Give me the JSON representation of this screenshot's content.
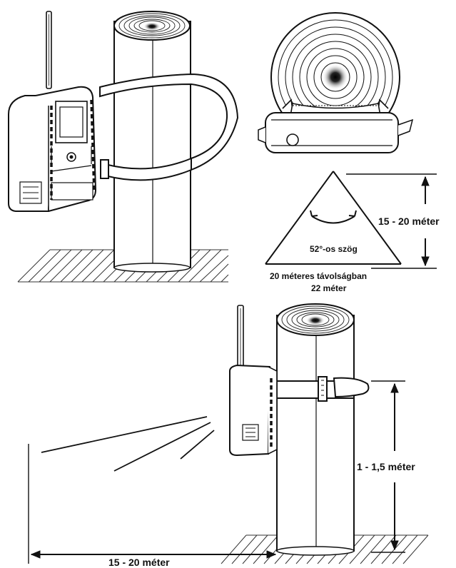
{
  "labels": {
    "range_height": "15 - 20 méter",
    "angle": "52°-os szög",
    "width_at_distance": "20 méteres távolságban",
    "width_value": "22 méter",
    "mount_height": "1 - 1,5 méter",
    "horizontal_distance": "15 - 20 méter"
  }
}
